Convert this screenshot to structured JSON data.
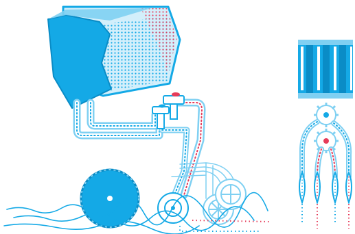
{
  "palette": {
    "primary": "#14a9e6",
    "light": "#7fd0f2",
    "pale": "#d3effb",
    "dark": "#0a8cc6",
    "accent": "#e63c5a",
    "background": "#ffffff"
  },
  "components": {
    "hopper": "seed-hopper",
    "tubes": "seed-delivery-tubes",
    "valves": "metering-valves",
    "wheel": "drive-wheel",
    "openers": "furrow-opener-discs",
    "roller": "fluted-roller",
    "gears": "distribution-gears",
    "coulters": "coulter-blades"
  }
}
